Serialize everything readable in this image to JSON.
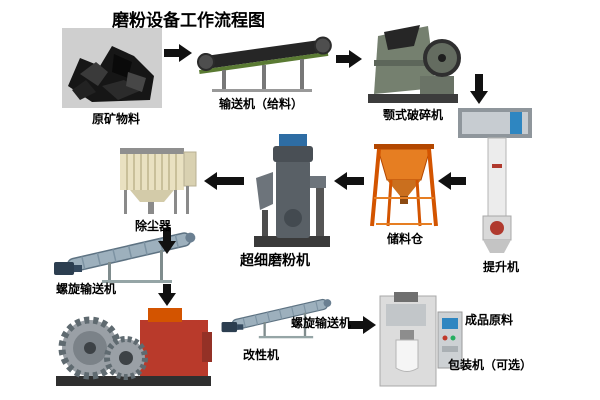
{
  "title": "磨粉设备工作流程图",
  "nodes": {
    "raw_material": {
      "label": "原矿物料"
    },
    "conveyor": {
      "label": "输送机（给料）"
    },
    "jaw_crusher": {
      "label": "颚式破碎机"
    },
    "elevator": {
      "label": "提升机"
    },
    "storage_bin": {
      "label": "储料仓"
    },
    "mill": {
      "label": "超细磨粉机"
    },
    "dust_collector": {
      "label": "除尘器"
    },
    "screw_conveyor_left": {
      "label": "螺旋输送机"
    },
    "modifier": {
      "label": "改性机"
    },
    "screw_conveyor_bottom": {
      "label": "螺旋输送机"
    },
    "finished_product": {
      "label": "成品原料"
    },
    "packing_machine": {
      "label": "包装机（可选）"
    }
  },
  "flow": [
    {
      "from": "原矿物料",
      "to": "输送机（给料）"
    },
    {
      "from": "输送机（给料）",
      "to": "颚式破碎机"
    },
    {
      "from": "颚式破碎机",
      "to": "提升机"
    },
    {
      "from": "提升机",
      "to": "储料仓"
    },
    {
      "from": "储料仓",
      "to": "超细磨粉机"
    },
    {
      "from": "超细磨粉机",
      "to": "除尘器"
    },
    {
      "from": "除尘器",
      "to": "螺旋输送机"
    },
    {
      "from": "螺旋输送机",
      "to": "改性机"
    },
    {
      "from": "改性机",
      "to": "螺旋输送机"
    },
    {
      "from": "螺旋输送机",
      "to": "包装机（可选）"
    },
    {
      "from": "包装机（可选）",
      "to": "成品原料"
    }
  ],
  "colors": {
    "arrow": "#111111",
    "silo_orange": "#e67e22",
    "modifier_red": "#b93a2b",
    "mill_gray": "#596066",
    "label_text": "#000000",
    "background": "#ffffff"
  }
}
